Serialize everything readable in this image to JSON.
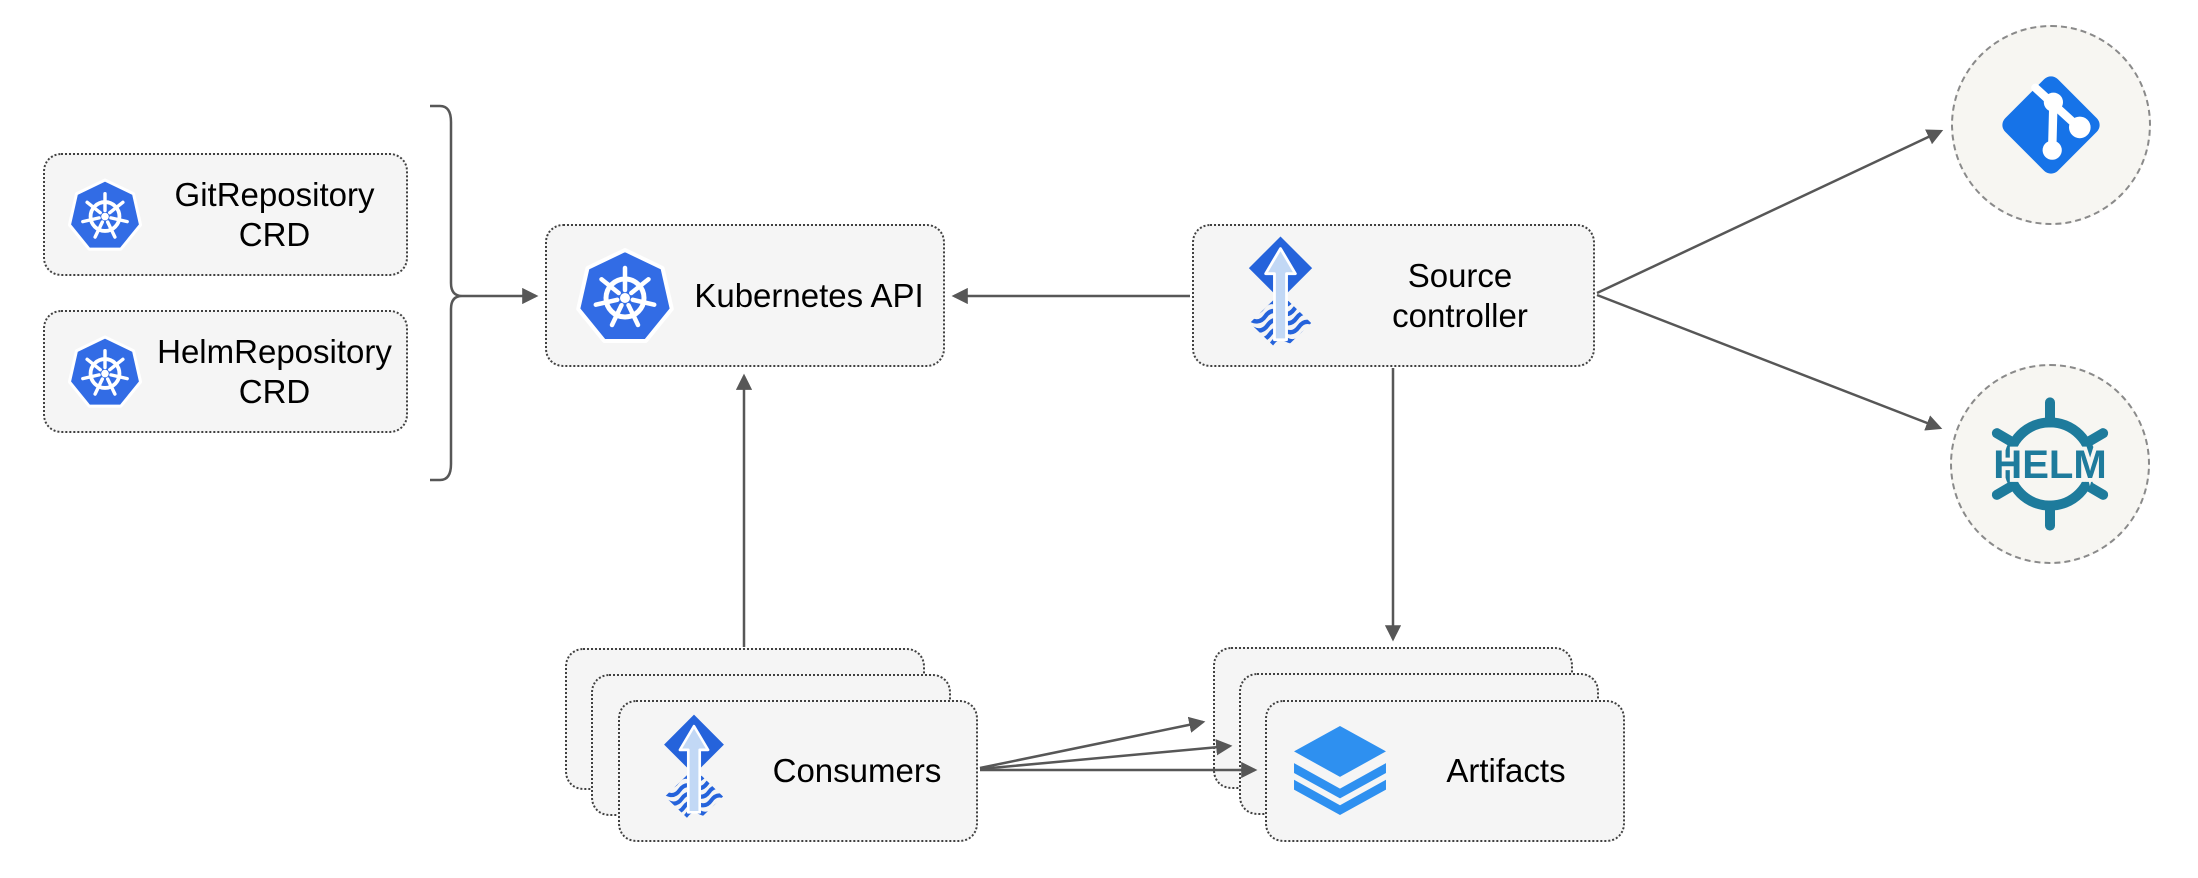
{
  "colors": {
    "background": "#ffffff",
    "box_fill": "#f5f5f5",
    "box_border": "#404040",
    "circle_fill": "#f7f6f2",
    "circle_border": "#8a8a8a",
    "arrow": "#575757",
    "kubernetes_blue": "#326ce5",
    "flux_blue": "#2563db",
    "flux_arrow_light": "#c2d8f5",
    "git_blue": "#1673e8",
    "helm_teal": "#1e7b9c",
    "layers_blue": "#2e90f0",
    "text": "#000000"
  },
  "nodes": {
    "git_repository_crd": {
      "label": "GitRepository CRD",
      "icon": "kubernetes-icon"
    },
    "helm_repository_crd": {
      "label": "HelmRepository CRD",
      "icon": "kubernetes-icon"
    },
    "kubernetes_api": {
      "label": "Kubernetes API",
      "icon": "kubernetes-icon"
    },
    "source_controller": {
      "label": "Source controller",
      "icon": "flux-icon"
    },
    "consumers": {
      "label": "Consumers",
      "icon": "flux-icon",
      "stacked": 3
    },
    "artifacts": {
      "label": "Artifacts",
      "icon": "layers-icon",
      "stacked": 3
    },
    "git_endpoint": {
      "icon": "git-icon"
    },
    "helm_endpoint": {
      "icon": "helm-icon",
      "label": "HELM"
    }
  },
  "edges": [
    "crd-bracket-to-kubernetes-api",
    "source-controller-to-kubernetes-api",
    "consumers-to-kubernetes-api",
    "source-controller-to-artifacts",
    "source-controller-to-git",
    "source-controller-to-helm",
    "consumers-to-artifacts-back",
    "consumers-to-artifacts-middle",
    "consumers-to-artifacts-front"
  ]
}
